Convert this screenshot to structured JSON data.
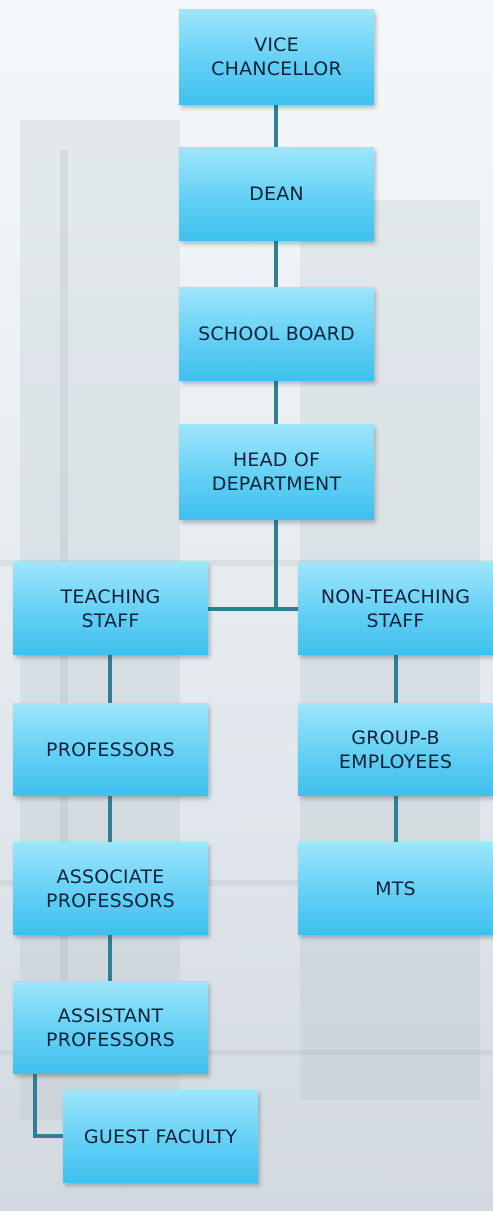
{
  "chart": {
    "nodes": {
      "vice_chancellor": "VICE\nCHANCELLOR",
      "dean": "DEAN",
      "school_board": "SCHOOL BOARD",
      "head_of_department": "HEAD OF\nDEPARTMENT",
      "teaching_staff": "TEACHING\nSTAFF",
      "non_teaching_staff": "NON-TEACHING\nSTAFF",
      "professors": "PROFESSORS",
      "group_b_employees": "GROUP-B\nEMPLOYEES",
      "associate_professors": "ASSOCIATE\nPROFESSORS",
      "mts": "MTS",
      "assistant_professors": "ASSISTANT\nPROFESSORS",
      "guest_faculty": "GUEST FACULTY"
    }
  },
  "colors": {
    "box_top": "#9fe6fb",
    "box_bottom": "#3fc0ee",
    "connector": "#2f7f96",
    "text": "#0d2238"
  }
}
